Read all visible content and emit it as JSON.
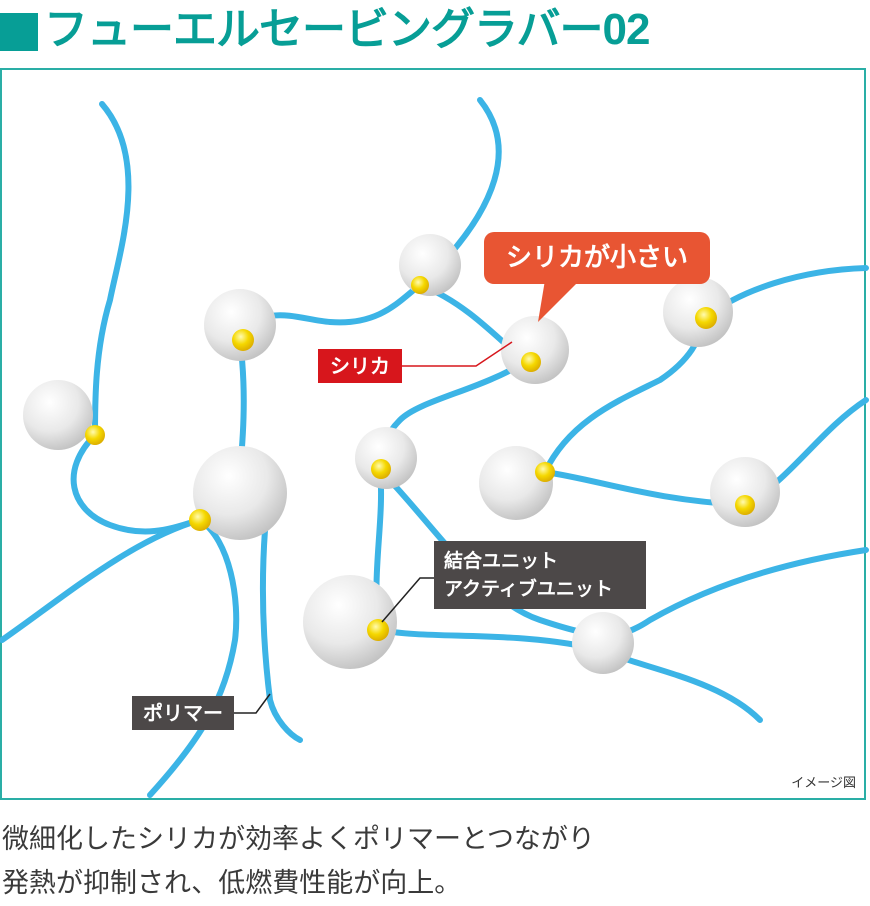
{
  "header": {
    "title": "フューエルセービングラバー02",
    "accent_color": "#079e96"
  },
  "diagram": {
    "frame_color": "#2aaea6",
    "polymer_color": "#3cb4e6",
    "silica_color": "#e8e8e8",
    "unit_color": "#f2d300",
    "callout_bubble": {
      "text": "シリカが小さい",
      "color": "#e85533"
    },
    "labels": {
      "silica": {
        "text": "シリカ",
        "color": "#d7161c"
      },
      "unit_line1": "結合ユニット",
      "unit_line2": "アクティブユニット",
      "polymer": "ポリマー"
    },
    "image_note": "イメージ図"
  },
  "caption": {
    "line1": "微細化したシリカが効率よくポリマーとつながり",
    "line2": "発熱が抑制され、低燃費性能が向上。"
  }
}
